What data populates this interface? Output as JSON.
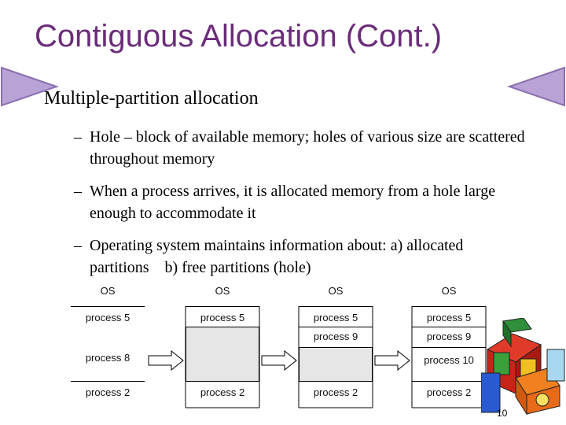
{
  "slide": {
    "title": "Contiguous Allocation (Cont.)",
    "main_bullet": "Multiple-partition allocation",
    "sub_bullets": [
      {
        "dash": "–",
        "text": "Hole – block of available memory; holes of various size are scattered throughout memory"
      },
      {
        "dash": "–",
        "text": "When a process arrives, it is allocated memory from a hole large enough to accommodate it"
      },
      {
        "dash": "–",
        "text": "Operating system maintains information about: a) allocated partitions    b) free partitions (hole)"
      }
    ],
    "page_number": "10"
  },
  "memory_maps": [
    {
      "segments": [
        "OS",
        "process 5",
        "",
        "process 8",
        "process 2"
      ]
    },
    {
      "segments": [
        "OS",
        "process 5",
        "",
        "",
        "process 2"
      ]
    },
    {
      "segments": [
        "OS",
        "process 5",
        "process 9",
        "",
        "process 2"
      ]
    },
    {
      "segments": [
        "OS",
        "process 5",
        "process 9",
        "process 10",
        "process 2"
      ]
    }
  ],
  "colors": {
    "title": "#6b2c7a",
    "nav_triangle": "#b8a2d6",
    "hole": "#e6e6e6"
  }
}
